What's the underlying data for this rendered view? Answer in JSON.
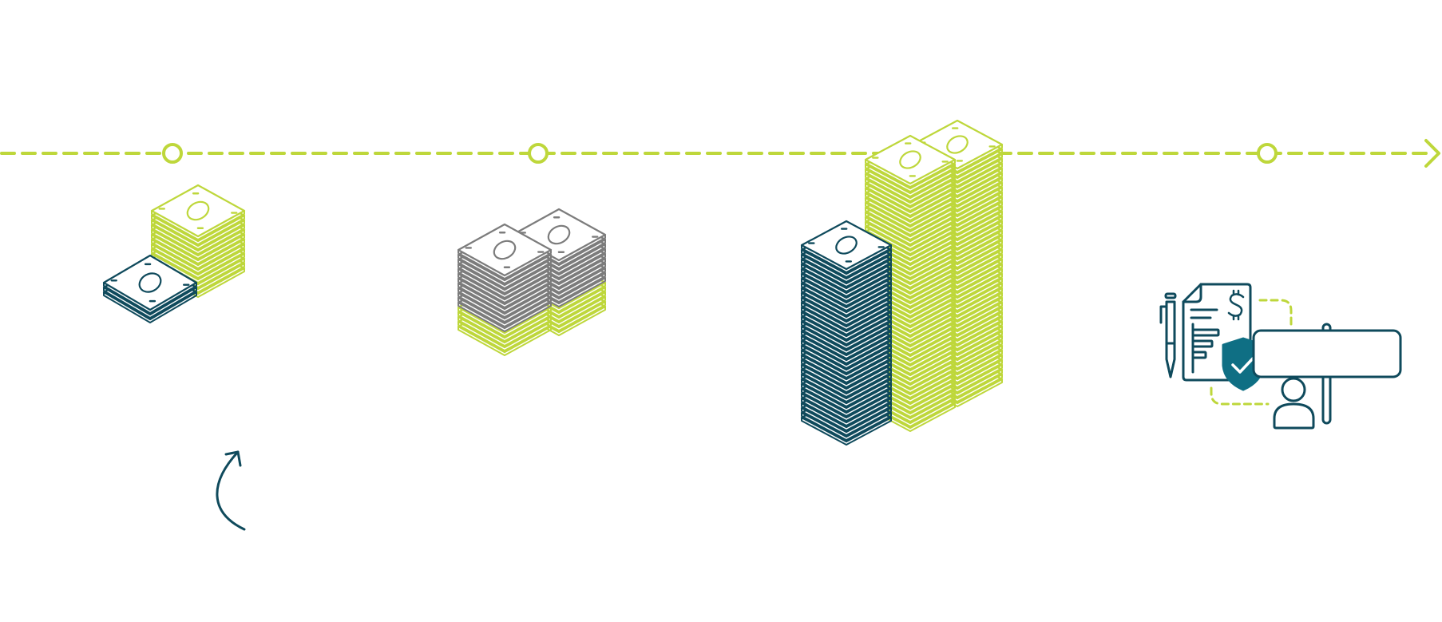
{
  "colors": {
    "lime": "#bed73b",
    "navy": "#0f4a5c",
    "gray": "#7c7c7c",
    "teal": "#0f6f84",
    "background": "#ffffff"
  },
  "timeline": {
    "milestones": [
      "milestone-1",
      "milestone-2",
      "milestone-3"
    ],
    "arrow": "arrow-right-icon"
  },
  "stacks": [
    {
      "name": "stack-group-1",
      "piles": [
        "lime",
        "navy"
      ],
      "icon": "money-stack-icon"
    },
    {
      "name": "stack-group-2",
      "piles": [
        "gray",
        "gray"
      ],
      "icon": "money-stack-icon"
    },
    {
      "name": "stack-group-3",
      "piles": [
        "lime",
        "lime",
        "navy"
      ],
      "icon": "money-stack-icon"
    }
  ],
  "curved_arrow": {
    "icon": "curved-arrow-icon"
  },
  "contract_illustration": {
    "icons": [
      "pen-icon",
      "document-icon",
      "dollar-icon",
      "shield-check-icon",
      "person-icon",
      "sign-board-icon"
    ],
    "sign_label": ""
  }
}
